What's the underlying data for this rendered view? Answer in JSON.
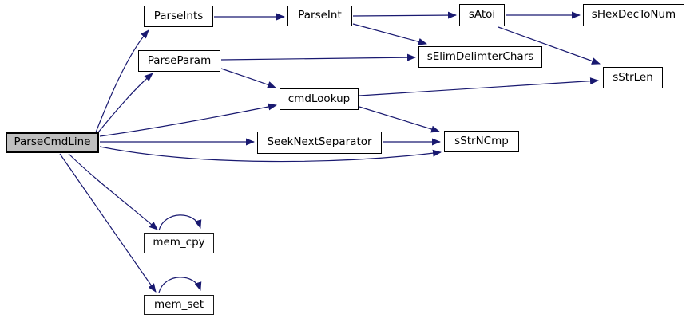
{
  "diagram": {
    "type": "doxygen-call-graph",
    "colors": {
      "edge": "#191970",
      "node_fill": "#ffffff",
      "current_node_fill": "#bfbfbf",
      "node_border": "#000000",
      "background": "#ffffff"
    },
    "nodes": [
      {
        "id": "ParseCmdLine",
        "label": "ParseCmdLine",
        "current": true
      },
      {
        "id": "ParseInts",
        "label": "ParseInts",
        "current": false
      },
      {
        "id": "ParseParam",
        "label": "ParseParam",
        "current": false
      },
      {
        "id": "ParseInt",
        "label": "ParseInt",
        "current": false
      },
      {
        "id": "sAtoi",
        "label": "sAtoi",
        "current": false
      },
      {
        "id": "sHexDecToNum",
        "label": "sHexDecToNum",
        "current": false
      },
      {
        "id": "sElimDelimterChars",
        "label": "sElimDelimterChars",
        "current": false
      },
      {
        "id": "sStrLen",
        "label": "sStrLen",
        "current": false
      },
      {
        "id": "cmdLookup",
        "label": "cmdLookup",
        "current": false
      },
      {
        "id": "SeekNextSeparator",
        "label": "SeekNextSeparator",
        "current": false
      },
      {
        "id": "sStrNCmp",
        "label": "sStrNCmp",
        "current": false
      },
      {
        "id": "mem_cpy",
        "label": "mem_cpy",
        "current": false
      },
      {
        "id": "mem_set",
        "label": "mem_set",
        "current": false
      }
    ],
    "edges": [
      {
        "from": "ParseCmdLine",
        "to": "ParseInts"
      },
      {
        "from": "ParseCmdLine",
        "to": "ParseParam"
      },
      {
        "from": "ParseCmdLine",
        "to": "cmdLookup"
      },
      {
        "from": "ParseCmdLine",
        "to": "SeekNextSeparator"
      },
      {
        "from": "ParseCmdLine",
        "to": "sStrNCmp"
      },
      {
        "from": "ParseCmdLine",
        "to": "mem_cpy"
      },
      {
        "from": "ParseCmdLine",
        "to": "mem_set"
      },
      {
        "from": "ParseInts",
        "to": "ParseInt"
      },
      {
        "from": "ParseInt",
        "to": "sAtoi"
      },
      {
        "from": "ParseInt",
        "to": "sElimDelimterChars"
      },
      {
        "from": "ParseParam",
        "to": "sElimDelimterChars"
      },
      {
        "from": "ParseParam",
        "to": "cmdLookup"
      },
      {
        "from": "sAtoi",
        "to": "sHexDecToNum"
      },
      {
        "from": "sAtoi",
        "to": "sStrLen"
      },
      {
        "from": "cmdLookup",
        "to": "sStrLen"
      },
      {
        "from": "cmdLookup",
        "to": "sStrNCmp"
      },
      {
        "from": "SeekNextSeparator",
        "to": "sStrNCmp"
      },
      {
        "from": "mem_cpy",
        "to": "mem_cpy"
      },
      {
        "from": "mem_set",
        "to": "mem_set"
      }
    ]
  }
}
